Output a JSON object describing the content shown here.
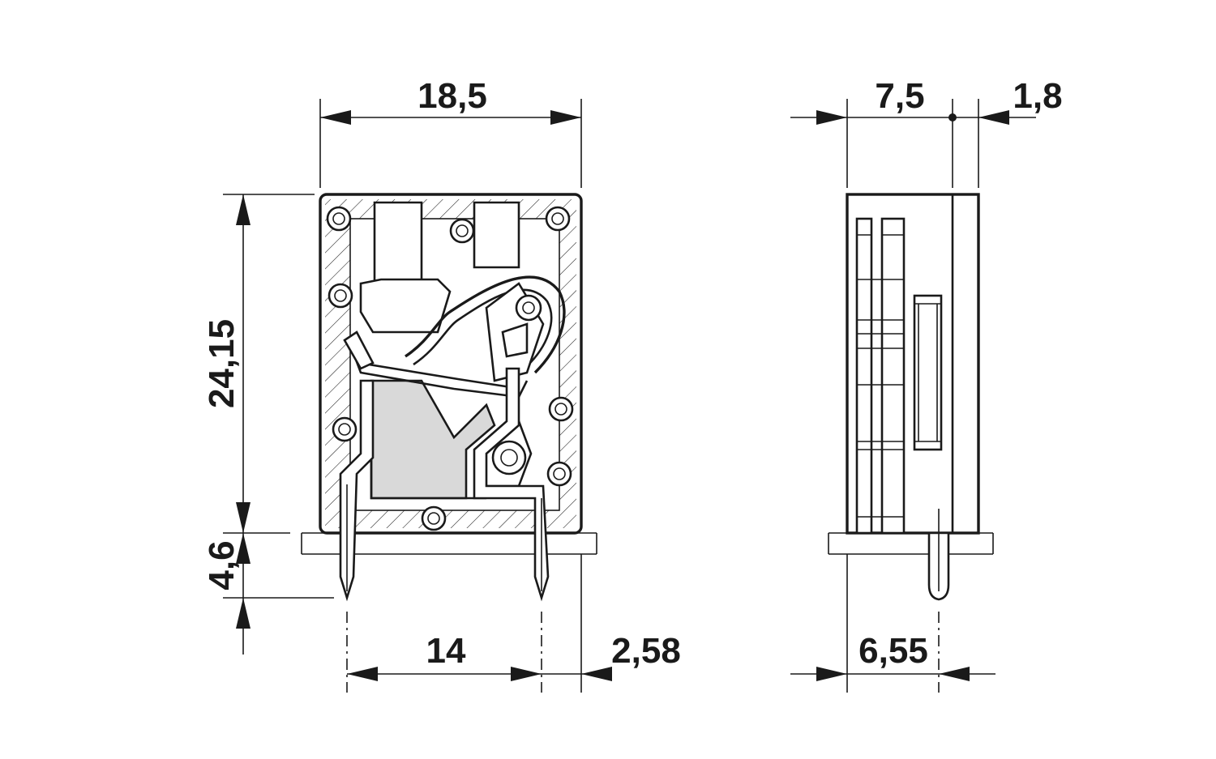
{
  "dimensions": {
    "width_front": "18,5",
    "height_body": "24,15",
    "pin_length": "4,6",
    "pin_pitch": "14",
    "pin_offset": "2,58",
    "depth_main": "7,5",
    "depth_extra": "1,8",
    "pin_position_side": "6,55"
  },
  "colors": {
    "line": "#1a1a1a",
    "insulation": "#d9d9d9",
    "background": "#ffffff"
  }
}
